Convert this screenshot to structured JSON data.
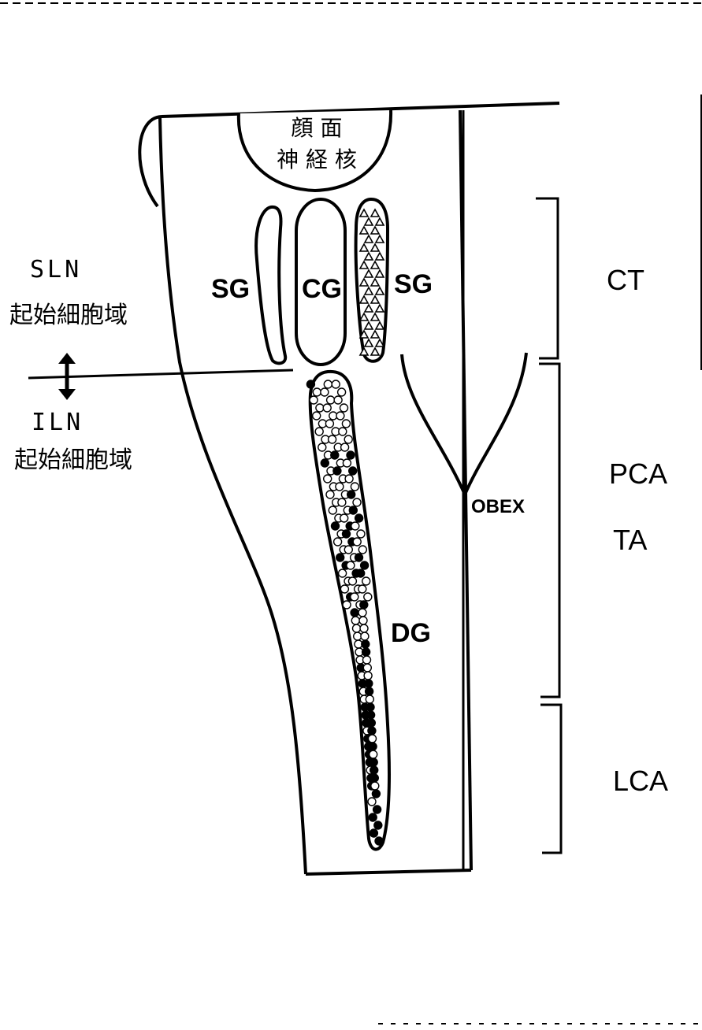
{
  "nucleus": {
    "line1": "顔 面",
    "line2": "神 経 核"
  },
  "groups": {
    "sg_left": "SG",
    "cg": "CG",
    "sg_right": "SG",
    "dg": "DG",
    "obex": "OBEX"
  },
  "left_labels": {
    "sln": "SLN",
    "sln_sub": "起始細胞域",
    "iln": "ILN",
    "iln_sub": "起始細胞域"
  },
  "muscles": {
    "ct": "CT",
    "pca": "PCA",
    "ta": "TA",
    "lca": "LCA"
  },
  "colors": {
    "ink": "#000000",
    "paper": "#ffffff"
  }
}
